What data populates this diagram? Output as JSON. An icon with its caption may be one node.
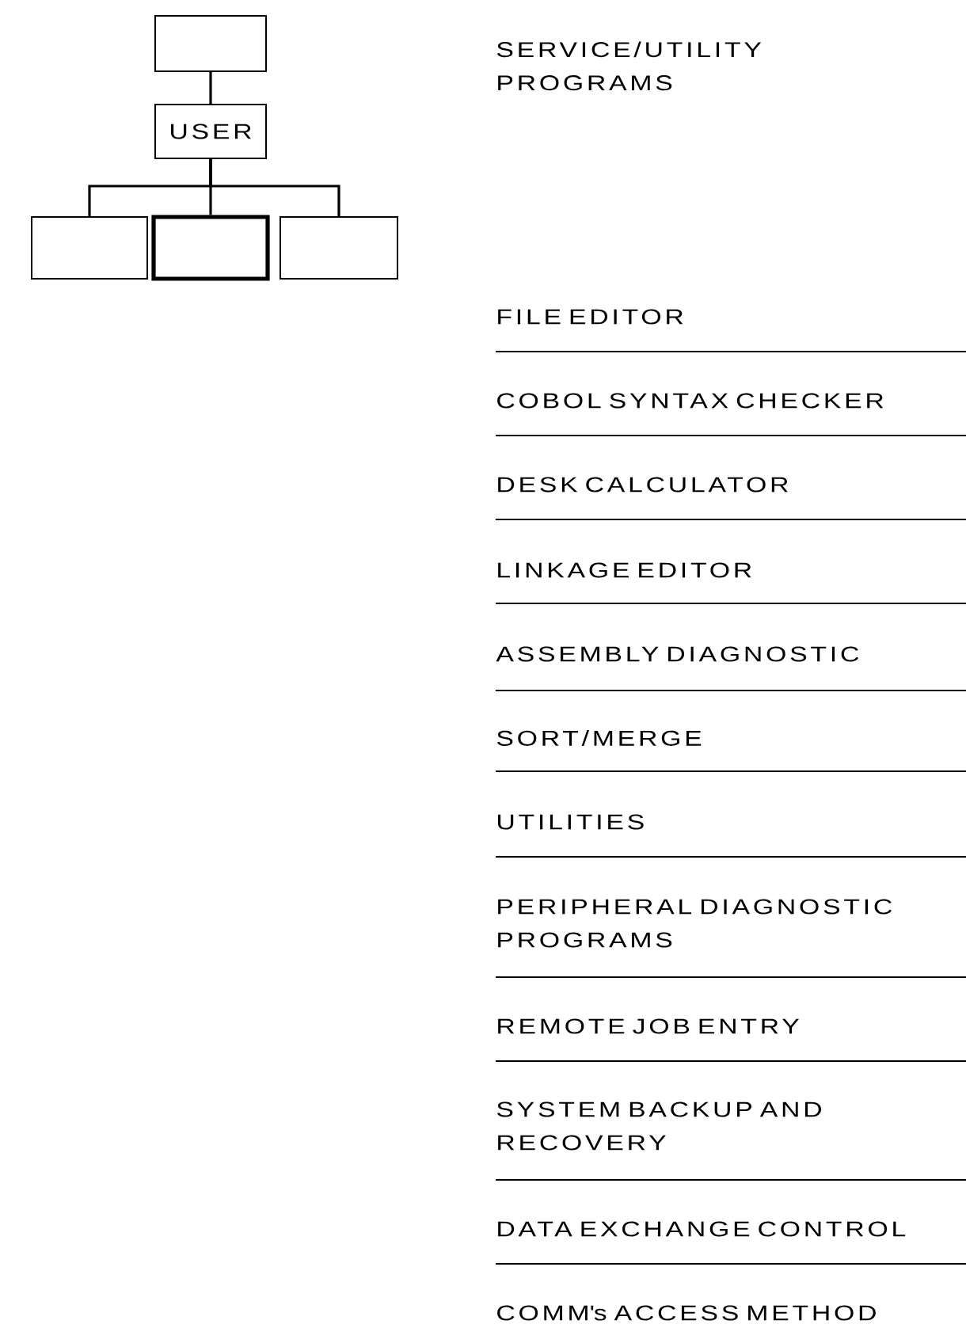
{
  "diagram": {
    "title": "SERVICE/UTILITY PROGRAMS",
    "nodes": [
      {
        "text": [],
        "shape": "box"
      },
      {
        "text": [
          "USER"
        ]
      },
      {
        "text": [],
        "shape": "box"
      },
      {
        "text": [],
        "shape": "box"
      },
      {
        "text": [],
        "shape": "box"
      }
    ],
    "edges": [
      {
        "from": 0,
        "to": 1,
        "arrow": "none"
      },
      {
        "from": 1,
        "to": 2,
        "arrow": "none"
      },
      {
        "from": 1,
        "to": 3,
        "arrow": "none"
      },
      {
        "from": 1,
        "to": 4,
        "arrow": "none"
      }
    ],
    "labels": [
      "FILE EDITOR",
      "COBOL SYNTAX CHECKER",
      "DESK CALCULATOR",
      "LINKAGE EDITOR",
      "ASSEMBLY DIAGNOSTIC",
      "SORT/MERGE",
      "UTILITIES",
      "PERIPHERAL DIAGNOSTIC PROGRAMS",
      "REMOTE JOB ENTRY",
      "SYSTEM BACKUP AND RECOVERY",
      "DATA EXCHANGE CONTROL",
      "COMM's ACCESS METHOD"
    ]
  }
}
